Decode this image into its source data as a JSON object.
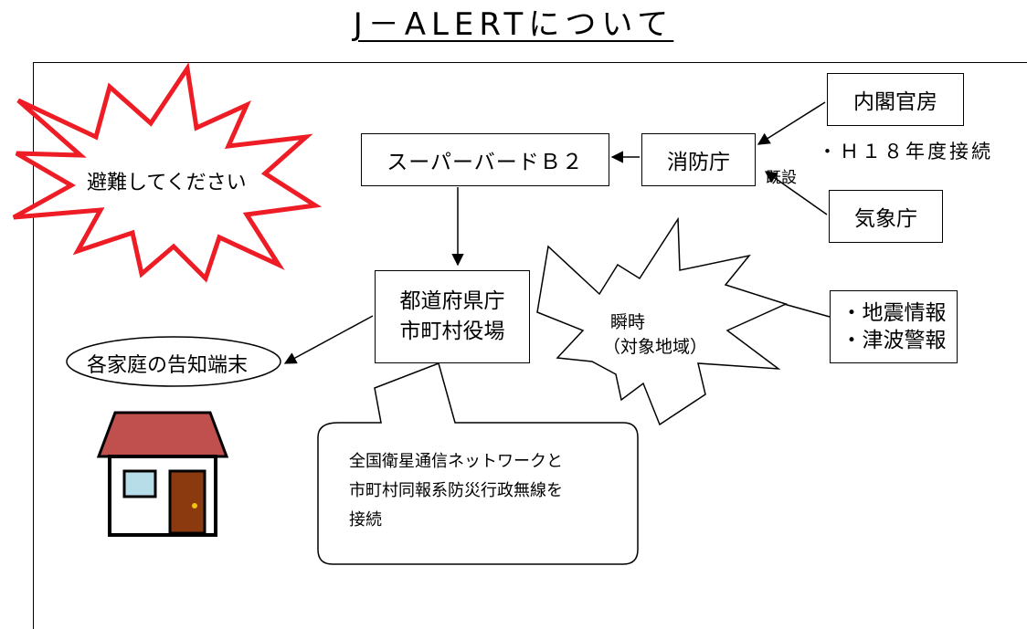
{
  "title": "J－ALERTについて",
  "alert_burst": {
    "label": "避難してください"
  },
  "superbird": {
    "label": "スーパーバードＢ２"
  },
  "fdma": {
    "label": "消防庁"
  },
  "cabinet": {
    "label": "内閣官房"
  },
  "jma": {
    "label": "気象庁"
  },
  "note_h18": "・Ｈ１８年度接続",
  "note_existing": "既設",
  "prefecture": {
    "line1": "都道府県庁",
    "line2": "市町村役場"
  },
  "instant_burst": {
    "line1": "瞬時",
    "line2": "（対象地域）"
  },
  "info_box": {
    "line1": "・地震情報",
    "line2": "・津波警報"
  },
  "household": {
    "label": "各家庭の告知端末"
  },
  "callout": {
    "line1": "全国衛星通信ネットワークと",
    "line2": "市町村同報系防災行政無線を",
    "line3": "接続"
  },
  "colors": {
    "burst_red": "#ee1c24",
    "roof": "#c0504d",
    "window": "#b7dde8",
    "door": "#8b3a0f"
  }
}
